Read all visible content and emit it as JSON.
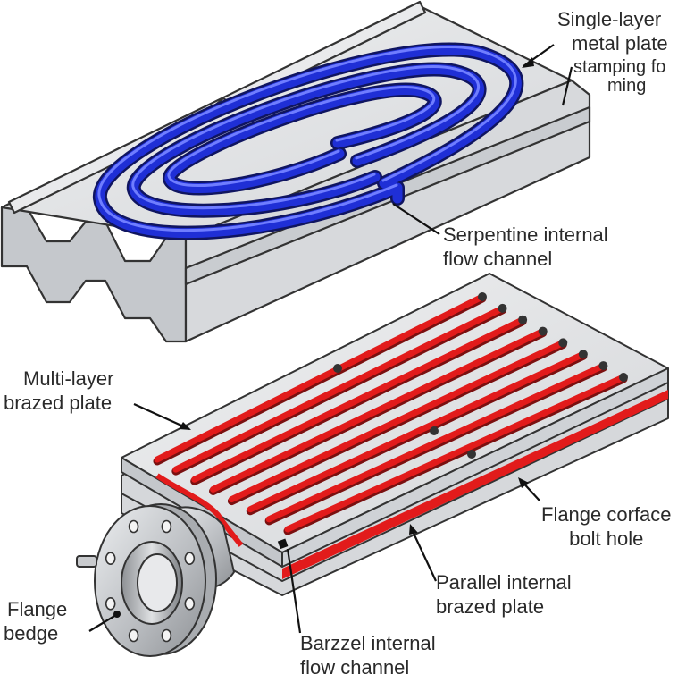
{
  "labels": {
    "single_layer": [
      "Single-layer",
      "metal plate",
      "stamping fo",
      "ming"
    ],
    "serpentine": [
      "Serpentine internal",
      "flow channel"
    ],
    "multi_layer": [
      "Multi-layer",
      "brazed plate"
    ],
    "flange_corface": [
      "Flange corface",
      "bolt hole"
    ],
    "parallel": [
      "Parallel internal",
      "brazed plate"
    ],
    "flange_edge": [
      "Flange",
      "bedge"
    ],
    "barzzel": [
      "Barzzel internal",
      "flow channel"
    ]
  },
  "colors": {
    "plate_fill": "#e6e7e9",
    "plate_shadow": "#b9bcc0",
    "outline": "#333333",
    "blue_channel": "#1f2fd6",
    "blue_highlight": "#5a6cff",
    "red_channel": "#e21b1b",
    "red_highlight": "#ff6a6a",
    "flange_metal": "#c9cbce"
  }
}
